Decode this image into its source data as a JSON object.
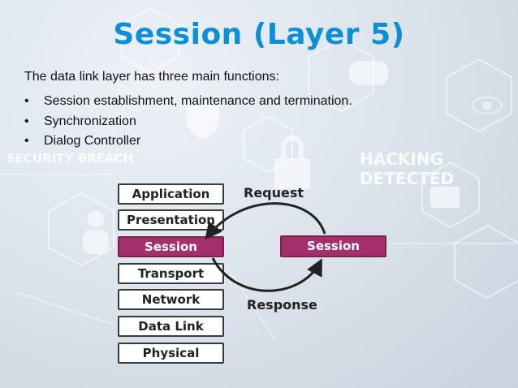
{
  "slide": {
    "title": "Session (Layer 5)",
    "intro": "The data link layer has three main functions:",
    "bullets": [
      "Session establishment, maintenance and termination.",
      "Synchronization",
      "Dialog Controller"
    ],
    "bullet_char": "•",
    "background_text": {
      "left": "SECURITY BREACH",
      "right": "HACKING DETECTED"
    }
  },
  "diagram": {
    "layers": [
      "Application",
      "Presentation",
      "Session",
      "Transport",
      "Network",
      "Data Link",
      "Physical"
    ],
    "highlighted_layer": "Session",
    "remote_box": "Session",
    "request_label": "Request",
    "response_label": "Response",
    "highlight_color": "#a3306b"
  },
  "icons": [
    "shield-icon",
    "lock-icon",
    "eye-icon",
    "user-icon",
    "envelope-icon",
    "warning-icon",
    "cloud-icon"
  ]
}
